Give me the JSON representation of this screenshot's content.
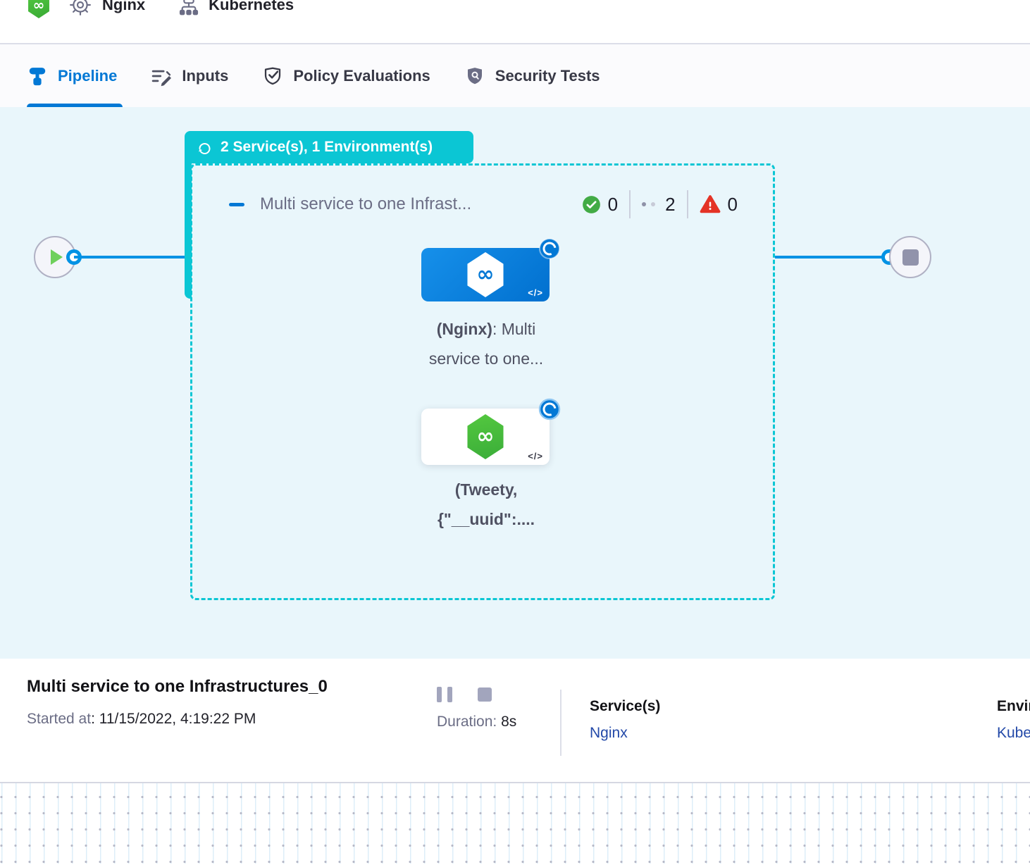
{
  "header": {
    "logo_icon": "harness-logo-icon",
    "service_icon": "gear-icon",
    "service_label": "Nginx",
    "environment_icon": "sitemap-icon",
    "environment_label": "Kubernetes"
  },
  "tabs": [
    {
      "label": "Pipeline",
      "icon": "pipeline-icon",
      "active": true
    },
    {
      "label": "Inputs",
      "icon": "inputs-edit-icon",
      "active": false
    },
    {
      "label": "Policy Evaluations",
      "icon": "shield-check-icon",
      "active": false
    },
    {
      "label": "Security Tests",
      "icon": "shield-search-icon",
      "active": false
    }
  ],
  "pipeline": {
    "group_badge": {
      "icon": "loop-icon",
      "label": "2 Service(s), 1 Environment(s)"
    },
    "stage": {
      "collapse_icon": "minus-icon",
      "title": "Multi service to one Infrast...",
      "counts": {
        "success": "0",
        "running": "2",
        "failed": "0"
      },
      "count_icons": [
        "check-circle-icon",
        "running-dots-icon",
        "warning-triangle-icon"
      ]
    },
    "nodes": [
      {
        "icon": "harness-hexagon-icon",
        "badge_icon": "looping-strategy-icon",
        "code_glyph": "</>",
        "label_strong": "(Nginx)",
        "label_line1_rest": ": Multi",
        "label_line2": "service to one..."
      },
      {
        "icon": "harness-hexagon-icon",
        "badge_icon": "looping-strategy-icon",
        "code_glyph": "</>",
        "label_line1": "(Tweety,",
        "label_line2": "{\"__uuid\":...."
      }
    ],
    "start_icon": "play-icon",
    "end_icon": "stop-icon"
  },
  "footer": {
    "title": "Multi service to one Infrastructures_0",
    "started_label": "Started at",
    "started_value": ": 11/15/2022, 4:19:22 PM",
    "pause_icon": "pause-icon",
    "stop_icon": "stop-icon",
    "duration_label": "Duration:",
    "duration_value": "8s",
    "services_label": "Service(s)",
    "services_value": "Nginx",
    "environments_label": "Environment(s)",
    "environments_value": "Kubernetes"
  },
  "colors": {
    "accent_blue": "#0278D5",
    "teal": "#0BC6D4",
    "connector_blue": "#0092E4",
    "success_green": "#42AB45",
    "error_red": "#E43326",
    "link_navy": "#2349A8",
    "canvas_bg": "#E9F6FB"
  }
}
